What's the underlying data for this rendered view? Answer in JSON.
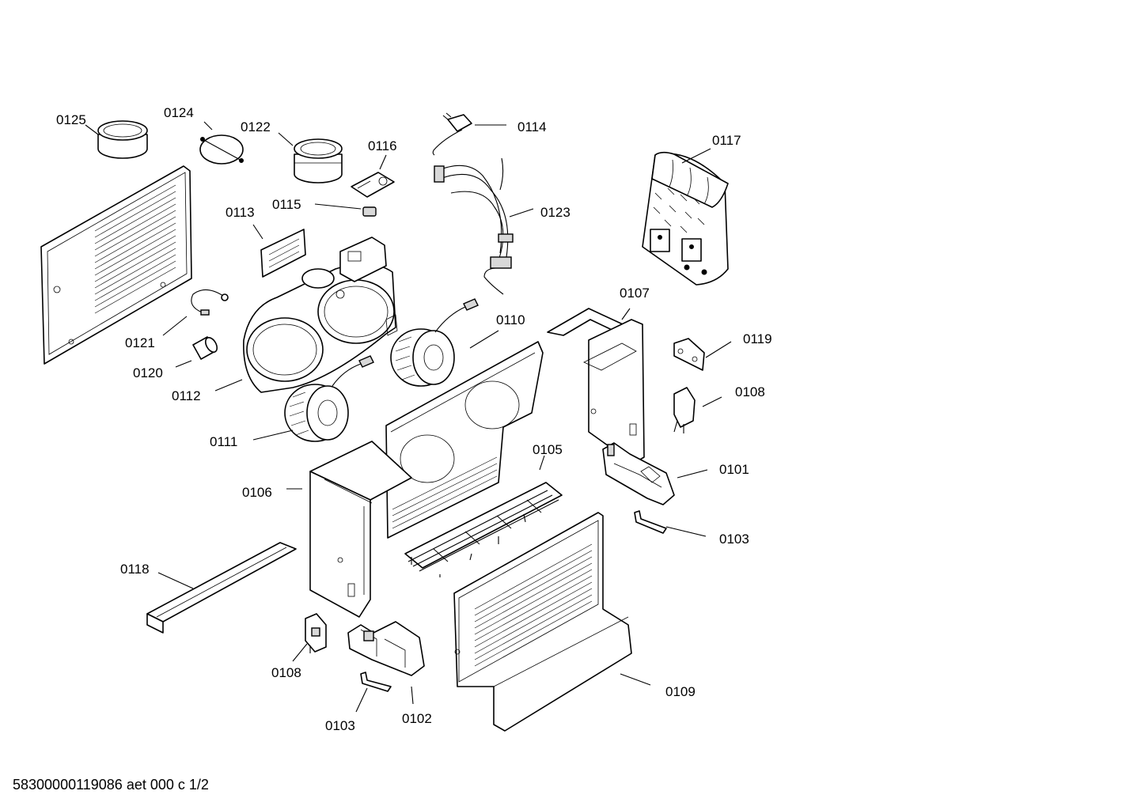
{
  "diagram": {
    "callouts": [
      "0125",
      "0124",
      "0122",
      "0116",
      "0114",
      "0117",
      "0115",
      "0113",
      "0123",
      "0107",
      "0110",
      "0121",
      "0119",
      "0120",
      "0112",
      "0108",
      "0111",
      "0105",
      "0101",
      "0106",
      "0103",
      "0118",
      "0108",
      "0103",
      "0102",
      "0109"
    ]
  },
  "footer": {
    "document_code": "58300000119086 aet 000 c 1/2"
  }
}
